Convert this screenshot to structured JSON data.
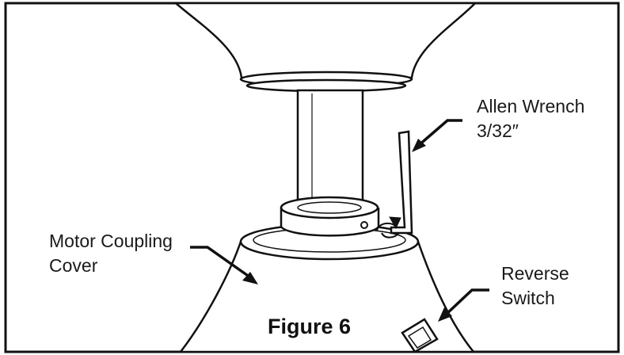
{
  "caption": "Figure 6",
  "labels": {
    "allen_wrench": {
      "line1": "Allen Wrench",
      "line2": "3/32″"
    },
    "motor_coupling_cover": {
      "line1": "Motor Coupling",
      "line2": "Cover"
    },
    "reverse_switch": {
      "line1": "Reverse",
      "line2": "Switch"
    }
  },
  "colors": {
    "line": "#111111",
    "fill": "#ffffff"
  }
}
